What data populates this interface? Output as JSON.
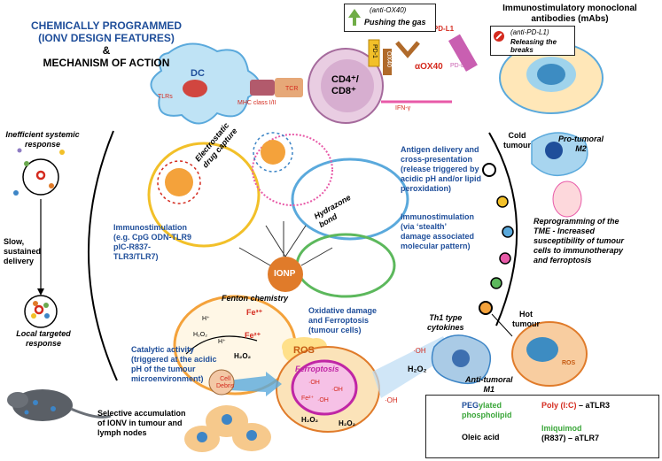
{
  "header": {
    "title_line1": "CHEMICALLY PROGRAMMED",
    "title_line2": "(IONV DESIGN FEATURES)",
    "ampersand": "&",
    "title_line3": "MECHANISM OF ACTION"
  },
  "top": {
    "dc_label": "DC",
    "tlrs_label": "TLRs",
    "mhc_label": "MHC class I/II",
    "tcr_label": "TCR",
    "cd4_label": "CD4⁺/",
    "cd8_label": "CD8⁺",
    "ox40_label": "OX40",
    "pd1_label": "PD-1",
    "aox40_label": "αOX40",
    "apdl1_label": "αPD-L1",
    "pdl1_label": "PD-L1",
    "ifng_label": "IFN-γ",
    "anti_ox40": "(anti-OX40)",
    "pushing": "Pushing the gas",
    "mab_line1": "Immunostimulatory monoclonal",
    "mab_line2": "antibodies (mAbs)",
    "anti_pdl1": "(anti-PD-L1)",
    "releasing_line1": "Releasing the",
    "releasing_line2": "breaks"
  },
  "left": {
    "ineff_line1": "Inefficient systemic",
    "ineff_line2": "response",
    "slow_line1": "Slow,",
    "slow_line2": "sustained",
    "slow_line3": "delivery",
    "local_line1": "Local targeted",
    "local_line2": "response",
    "selective_line1": "Selective accumulation",
    "selective_line2": "of IONV in tumour and",
    "selective_line3": "lymph nodes"
  },
  "center": {
    "immuno1_line1": "Immunostimulation",
    "immuno1_line2": "(e.g. CpG ODN-TLR9",
    "immuno1_line3": "pIC-R837-",
    "immuno1_line4": "TLR3/TLR7)",
    "electro_line1": "Electrostatic",
    "electro_line2": "drug capture",
    "hydrazone_line1": "Hydrazone",
    "hydrazone_line2": "bond",
    "antigen_line1": "Antigen delivery and",
    "antigen_line2": "cross-presentation",
    "antigen_line3": "(release triggered by",
    "antigen_line4": "acidic pH and/or lipid",
    "antigen_line5": "peroxidation)",
    "immuno2_line1": "Immunostimulation",
    "immuno2_line2": "(via ‘stealth’",
    "immuno2_line3": "damage associated",
    "immuno2_line4": "molecular pattern)",
    "ionp": "IONP",
    "fenton": "Fenton chemistry",
    "fe3": "Fe³⁺",
    "fe2": "Fe²⁺",
    "h_plus": "H⁺",
    "h2o2": "H₂O₂",
    "catalytic_line1": "Catalytic activity",
    "catalytic_line2": "(triggered at the acidic",
    "catalytic_line3": "pH of the tumour",
    "catalytic_line4": "microenvironment)",
    "oxid_line1": "Oxidative damage",
    "oxid_line2": "and Ferroptosis",
    "oxid_line3": "(tumour cells)",
    "ros": "ROS",
    "ferroptosis": "Ferroptosis",
    "oh": "·OH",
    "cell_debris_line1": "Cell",
    "cell_debris_line2": "Debris"
  },
  "right": {
    "cold_line1": "Cold",
    "cold_line2": "tumour",
    "protumoral_line1": "Pro-tumoral",
    "protumoral_line2": "M2",
    "reprog_line1": "Reprogramming of the",
    "reprog_line2": "TME -  Increased",
    "reprog_line3": "susceptibility of tumour",
    "reprog_line4": "cells to immunotherapy",
    "reprog_line5": "and ferroptosis",
    "hot_line1": "Hot",
    "hot_line2": "tumour",
    "th1_line1": "Th1 type",
    "th1_line2": "cytokines",
    "anti_line1": "Anti-tumoral",
    "anti_line2": "M1",
    "ros_small": "ROS"
  },
  "legend": {
    "peg": "PEG",
    "peg_rest": "ylated",
    "phospholipid": "phospholipid",
    "oleic": "Oleic acid",
    "polyic": "Poly (I:C)",
    "polyic_rest": " – aTLR3",
    "imiquimod": "Imiquimod",
    "imiquimod_rest": "(R837) – aTLR7"
  },
  "colors": {
    "title_blue": "#1f4e9a",
    "accent_red": "#d42a1e",
    "ionp_orange": "#e07b2a",
    "green_arrow": "#70ad47",
    "ring_yellow": "#f2c029",
    "ring_blue": "#5aa9dc",
    "ring_green": "#5cb85c",
    "ring_pink": "#e85aa8",
    "ring_orange": "#f4a23b"
  }
}
